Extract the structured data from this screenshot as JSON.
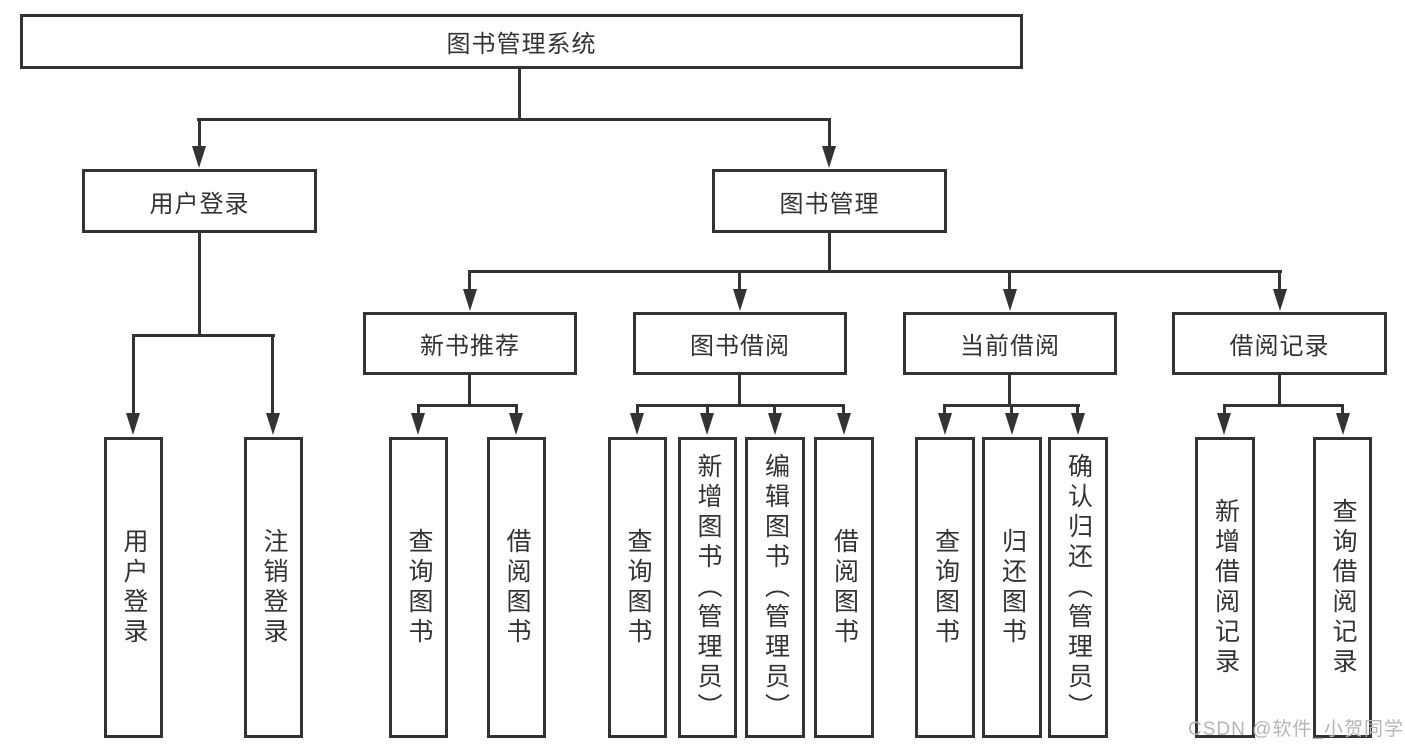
{
  "tree": {
    "root": {
      "label": "图书管理系统"
    },
    "branches": [
      {
        "label": "用户登录",
        "children": [
          {
            "label": "用户登录"
          },
          {
            "label": "注销登录"
          }
        ]
      },
      {
        "label": "图书管理",
        "children": [
          {
            "label": "新书推荐",
            "children": [
              {
                "label": "查询图书"
              },
              {
                "label": "借阅图书"
              }
            ]
          },
          {
            "label": "图书借阅",
            "children": [
              {
                "label": "查询图书"
              },
              {
                "label": "新增图书（管理员）"
              },
              {
                "label": "编辑图书（管理员）"
              },
              {
                "label": "借阅图书"
              }
            ]
          },
          {
            "label": "当前借阅",
            "children": [
              {
                "label": "查询图书"
              },
              {
                "label": "归还图书"
              },
              {
                "label": "确认归还（管理员）"
              }
            ]
          },
          {
            "label": "借阅记录",
            "children": [
              {
                "label": "新增借阅记录"
              },
              {
                "label": "查询借阅记录"
              }
            ]
          }
        ]
      }
    ]
  },
  "watermark": {
    "text": "CSDN @软件_小贺同学"
  },
  "colors": {
    "line": "#333333",
    "text": "#333333",
    "watermark": "#b5b5b5",
    "background": "#ffffff"
  }
}
